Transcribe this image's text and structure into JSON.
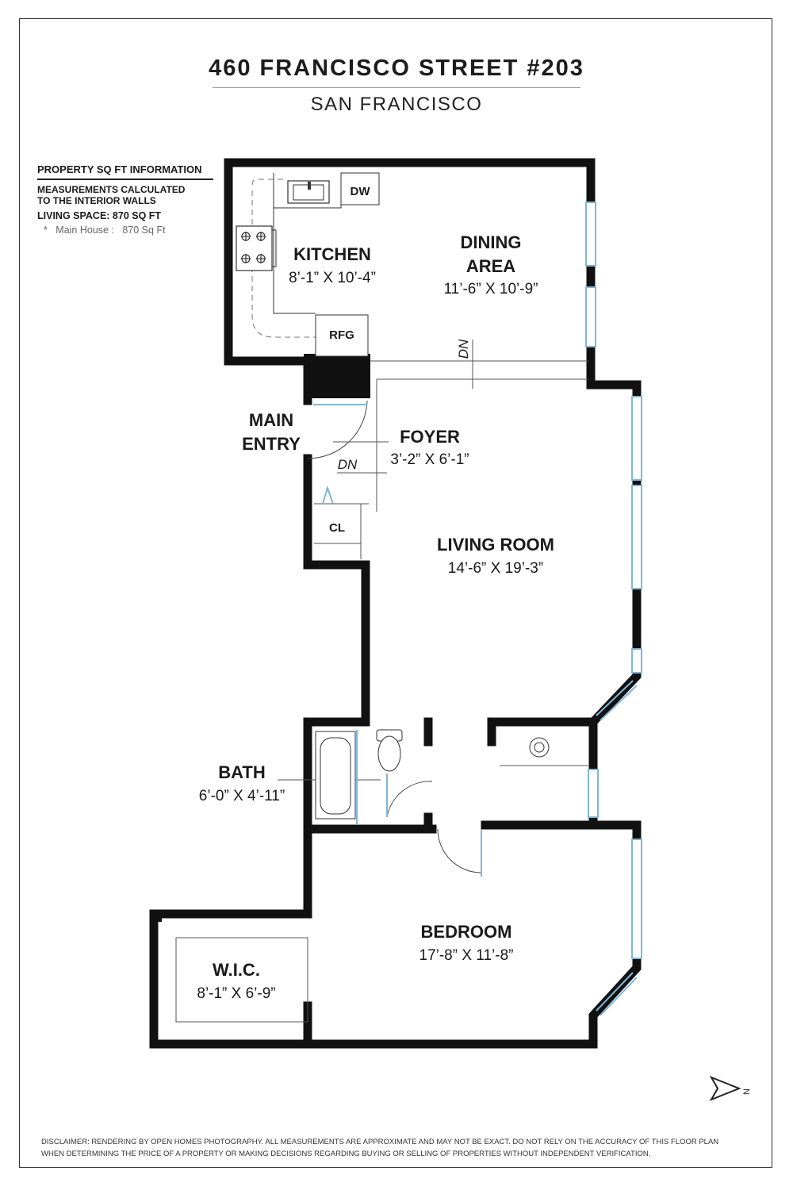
{
  "header": {
    "title": "460 FRANCISCO STREET #203",
    "subtitle": "SAN FRANCISCO"
  },
  "info": {
    "heading": "PROPERTY SQ FT INFORMATION",
    "measurement_note_1": "MEASUREMENTS CALCULATED",
    "measurement_note_2": "TO THE INTERIOR WALLS",
    "living_space": "LIVING SPACE: 870 SQ FT",
    "main_house": "*   Main House :   870 Sq Ft"
  },
  "rooms": {
    "kitchen": {
      "name": "KITCHEN",
      "dims": "8’-1” X 10’-4”"
    },
    "dining": {
      "name_1": "DINING",
      "name_2": "AREA",
      "dims": "11’-6” X 10’-9”"
    },
    "main_entry": {
      "name_1": "MAIN",
      "name_2": "ENTRY"
    },
    "foyer": {
      "name": "FOYER",
      "dims": "3’-2” X 6’-1”"
    },
    "living": {
      "name": "LIVING ROOM",
      "dims": "14’-6” X 19’-3”"
    },
    "bath": {
      "name": "BATH",
      "dims": "6’-0” X 4’-11”"
    },
    "bedroom": {
      "name": "BEDROOM",
      "dims": "17’-8” X 11’-8”"
    },
    "wic": {
      "name": "W.I.C.",
      "dims": "8’-1” X 6’-9”"
    }
  },
  "fixtures": {
    "dishwasher": "DW",
    "refrigerator": "RFG",
    "closet": "CL",
    "down_1": "DN",
    "down_2": "DN"
  },
  "compass": {
    "label": "N"
  },
  "disclaimer": {
    "line_1": "DISCLAIMER: RENDERING BY OPEN HOMES PHOTOGRAPHY. ALL MEASUREMENTS ARE APPROXIMATE AND MAY NOT BE EXACT. DO NOT RELY ON THE ACCURACY OF THIS FLOOR PLAN",
    "line_2": "WHEN DETERMINING THE PRICE OF A PROPERTY OR MAKING DECISIONS REGARDING BUYING OR SELLING OF PROPERTIES WITHOUT INDEPENDENT VERIFICATION."
  },
  "colors": {
    "wall": "#111111",
    "window": "#7fb6d9",
    "text": "#1a1a1a"
  }
}
